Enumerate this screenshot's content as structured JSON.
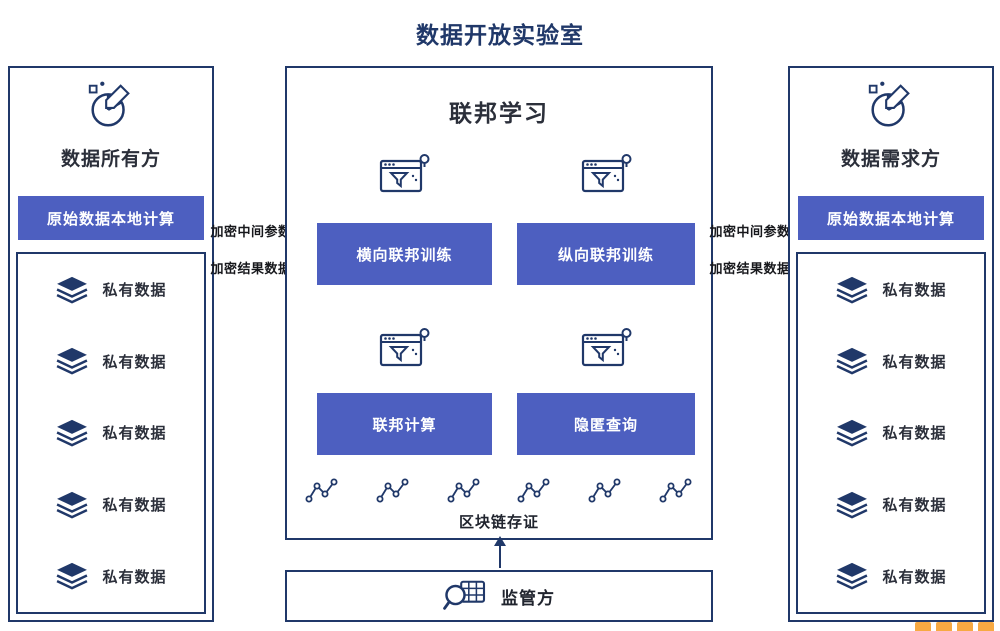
{
  "title": "数据开放实验室",
  "left_panel": {
    "heading": "数据所有方",
    "compute_button": "原始数据本地计算",
    "items": [
      "私有数据",
      "私有数据",
      "私有数据",
      "私有数据",
      "私有数据"
    ]
  },
  "center_panel": {
    "heading": "联邦学习",
    "modules": [
      "横向联邦训练",
      "纵向联邦训练",
      "联邦计算",
      "隐匿查询"
    ],
    "blockchain_label": "区块链存证"
  },
  "right_panel": {
    "heading": "数据需求方",
    "compute_button": "原始数据本地计算",
    "items": [
      "私有数据",
      "私有数据",
      "私有数据",
      "私有数据",
      "私有数据"
    ]
  },
  "connectors": {
    "left_top": "加密中间参数",
    "left_bottom": "加密结果数据",
    "right_top": "加密中间参数",
    "right_bottom": "加密结果数据"
  },
  "regulator": {
    "label": "监管方"
  },
  "colors": {
    "navy_border": "#203869",
    "button_blue": "#4d5fc0",
    "title_navy": "#203869",
    "watermark_orange": "#f6a02d"
  },
  "icons": {
    "side_top": "data-analysis-icon",
    "private_data": "layers-icon",
    "module": "window-funnel-icon",
    "blockchain": "network-nodes-icon",
    "regulator": "magnifier-grid-icon"
  }
}
